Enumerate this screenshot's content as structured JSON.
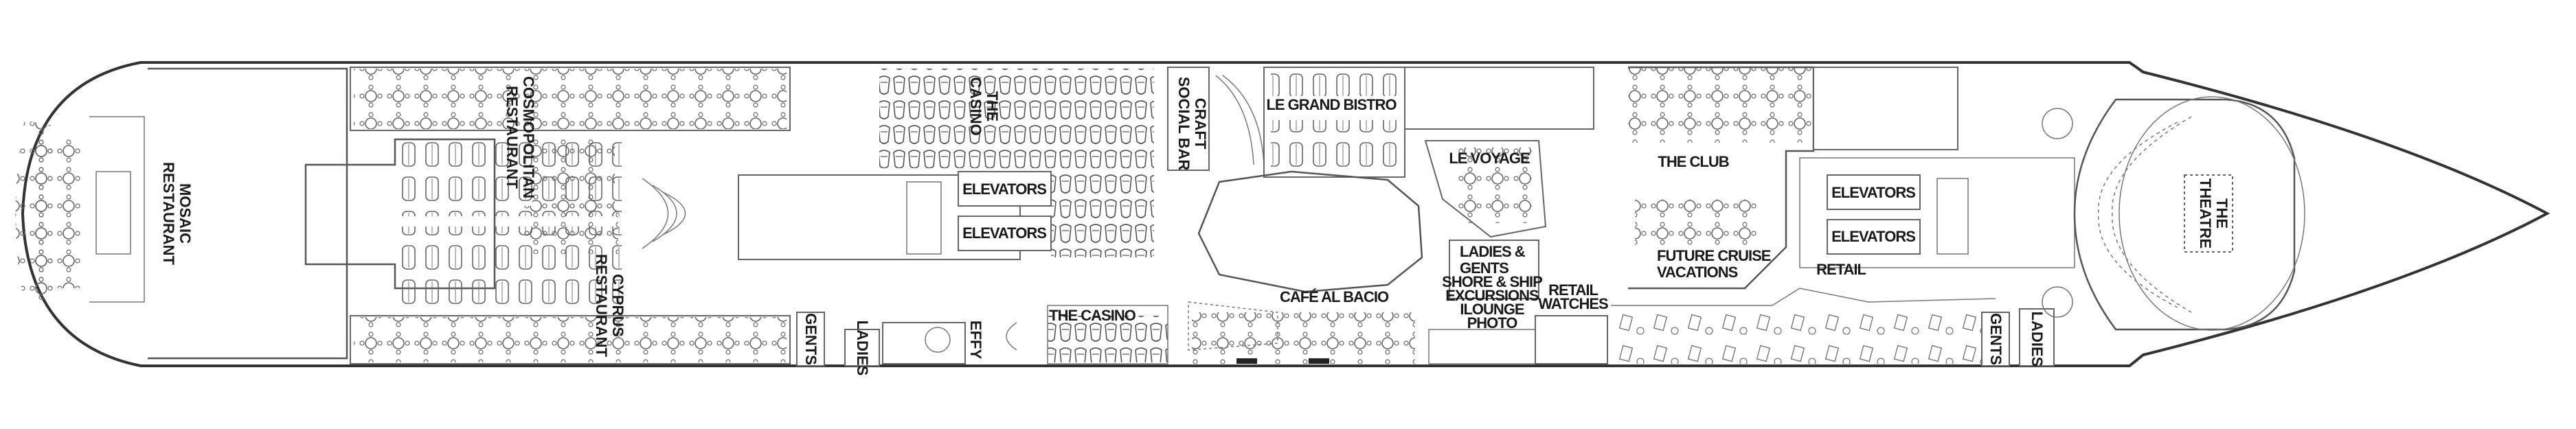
{
  "deck_plan": {
    "colors": {
      "line": "#555555",
      "text": "#1a1a1a",
      "background": "#ffffff"
    },
    "labels": [
      {
        "id": "mosaic",
        "lines": [
          "MOSAIC",
          "RESTAURANT"
        ]
      },
      {
        "id": "cosmopolitan",
        "lines": [
          "COSMOPOLITAN",
          "RESTAURANT"
        ]
      },
      {
        "id": "cyprus",
        "lines": [
          "CYPRUS",
          "RESTAURANT"
        ]
      },
      {
        "id": "gents-aft",
        "lines": [
          "GENTS"
        ]
      },
      {
        "id": "ladies-aft",
        "lines": [
          "LADIES"
        ]
      },
      {
        "id": "effy",
        "lines": [
          "EFFY"
        ]
      },
      {
        "id": "casino-vertical",
        "lines": [
          "THE",
          "CASINO"
        ]
      },
      {
        "id": "casino",
        "lines": [
          "THE CASINO"
        ]
      },
      {
        "id": "elevators-aft-1",
        "lines": [
          "ELEVATORS"
        ]
      },
      {
        "id": "elevators-aft-2",
        "lines": [
          "ELEVATORS"
        ]
      },
      {
        "id": "craft",
        "lines": [
          "CRAFT",
          "SOCIAL BAR"
        ]
      },
      {
        "id": "le-grand-bistro",
        "lines": [
          "LE GRAND BISTRO"
        ]
      },
      {
        "id": "le-voyage",
        "lines": [
          "LE VOYAGE"
        ]
      },
      {
        "id": "cafe-al-bacio",
        "lines": [
          "CAFÉ AL BACIO"
        ]
      },
      {
        "id": "ladies-gents",
        "lines": [
          "LADIES &",
          "GENTS"
        ]
      },
      {
        "id": "shore-ship",
        "lines": [
          "SHORE & SHIP",
          "EXCURSIONS",
          "ILOUNGE",
          "PHOTO"
        ]
      },
      {
        "id": "retail-watches",
        "lines": [
          "RETAIL",
          "WATCHES"
        ]
      },
      {
        "id": "the-club",
        "lines": [
          "THE CLUB"
        ]
      },
      {
        "id": "future-cruise",
        "lines": [
          "FUTURE CRUISE",
          "VACATIONS"
        ]
      },
      {
        "id": "retail",
        "lines": [
          "RETAIL"
        ]
      },
      {
        "id": "elevators-fwd-1",
        "lines": [
          "ELEVATORS"
        ]
      },
      {
        "id": "elevators-fwd-2",
        "lines": [
          "ELEVATORS"
        ]
      },
      {
        "id": "gents-fwd",
        "lines": [
          "GENTS"
        ]
      },
      {
        "id": "ladies-fwd",
        "lines": [
          "LADIES"
        ]
      },
      {
        "id": "theatre",
        "lines": [
          "THE",
          "THEATRE"
        ]
      }
    ]
  }
}
